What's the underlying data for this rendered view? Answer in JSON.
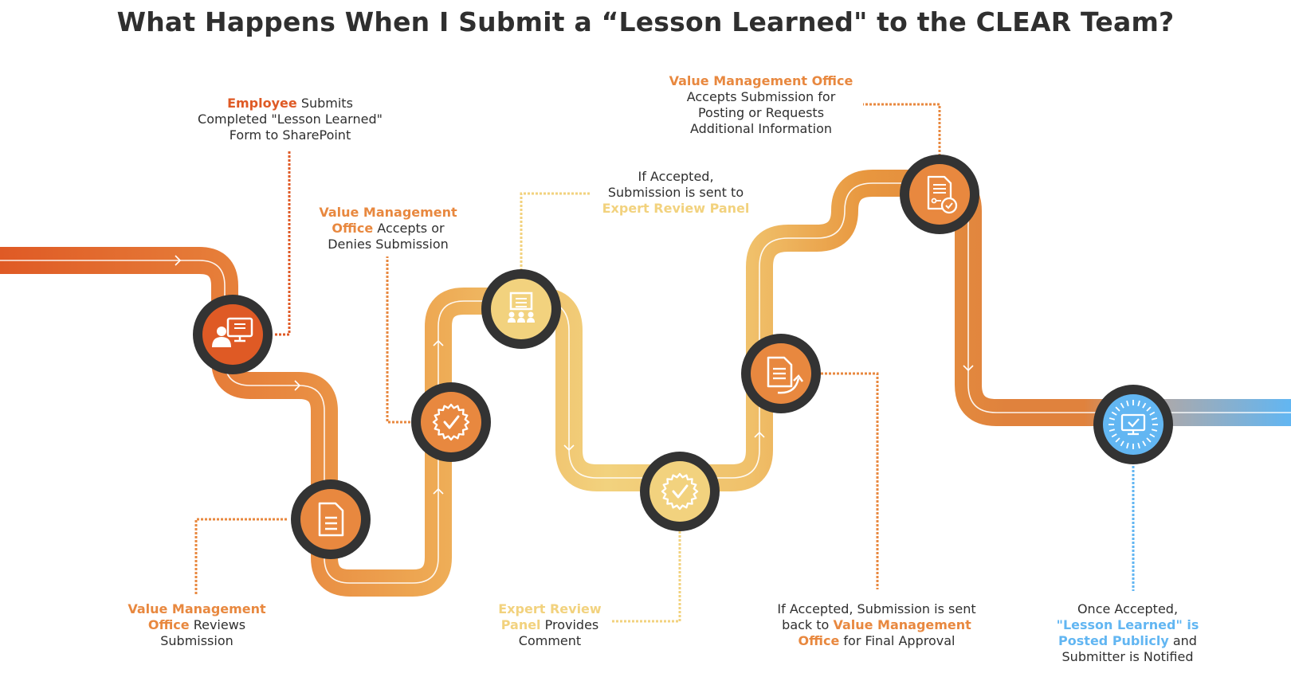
{
  "title": "What Happens When I Submit a “Lesson Learned\" to the CLEAR Team?",
  "colors": {
    "dark_orange": "#df5a25",
    "orange": "#e8883f",
    "light_orange": "#eeab55",
    "yellow": "#f2d27e",
    "blue": "#62b6f2",
    "ring": "#333333"
  },
  "steps": [
    {
      "icon": "person-computer-icon",
      "lines": [
        [
          {
            "t": "Employee",
            "c": "dark_orange",
            "b": true
          },
          {
            "t": " Submits"
          }
        ],
        [
          {
            "t": "Completed \"Lesson Learned\""
          }
        ],
        [
          {
            "t": "Form to SharePoint"
          }
        ]
      ]
    },
    {
      "icon": "document-icon",
      "lines": [
        [
          {
            "t": "Value Management",
            "c": "orange",
            "b": true
          }
        ],
        [
          {
            "t": "Office",
            "c": "orange",
            "b": true
          },
          {
            "t": " Reviews"
          }
        ],
        [
          {
            "t": "Submission"
          }
        ]
      ]
    },
    {
      "icon": "badge-check-icon",
      "lines": [
        [
          {
            "t": "Value Management",
            "c": "orange",
            "b": true
          }
        ],
        [
          {
            "t": "Office",
            "c": "orange",
            "b": true
          },
          {
            "t": " Accepts or"
          }
        ],
        [
          {
            "t": "Denies Submission"
          }
        ]
      ]
    },
    {
      "icon": "presentation-panel-icon",
      "lines": [
        [
          {
            "t": "If Accepted,"
          }
        ],
        [
          {
            "t": "Submission is sent to"
          }
        ],
        [
          {
            "t": "Expert Review Panel",
            "c": "yellow",
            "b": true
          }
        ]
      ]
    },
    {
      "icon": "badge-check-icon",
      "lines": [
        [
          {
            "t": "Expert Review",
            "c": "yellow",
            "b": true
          }
        ],
        [
          {
            "t": "Panel",
            "c": "yellow",
            "b": true
          },
          {
            "t": " Provides"
          }
        ],
        [
          {
            "t": "Comment"
          }
        ]
      ]
    },
    {
      "icon": "document-return-icon",
      "lines": [
        [
          {
            "t": "If Accepted, Submission is sent"
          }
        ],
        [
          {
            "t": "back to "
          },
          {
            "t": "Value Management",
            "c": "orange",
            "b": true
          }
        ],
        [
          {
            "t": "Office",
            "c": "orange",
            "b": true
          },
          {
            "t": " for Final Approval"
          }
        ]
      ]
    },
    {
      "icon": "certificate-approved-icon",
      "lines": [
        [
          {
            "t": "Value Management Office",
            "c": "orange",
            "b": true
          }
        ],
        [
          {
            "t": "Accepts Submission for"
          }
        ],
        [
          {
            "t": "Posting or Requests"
          }
        ],
        [
          {
            "t": "Additional Information"
          }
        ]
      ]
    },
    {
      "icon": "monitor-check-icon",
      "lines": [
        [
          {
            "t": "Once Accepted,"
          }
        ],
        [
          {
            "t": "\"Lesson Learned\" is",
            "c": "blue",
            "b": true
          }
        ],
        [
          {
            "t": "Posted Publicly",
            "c": "blue",
            "b": true
          },
          {
            "t": " and"
          }
        ],
        [
          {
            "t": "Submitter is Notified"
          }
        ]
      ]
    }
  ]
}
